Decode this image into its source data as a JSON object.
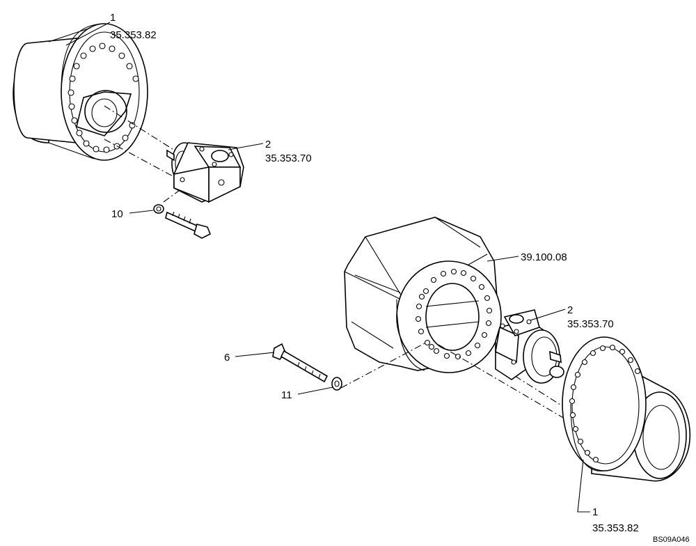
{
  "callouts": {
    "hub_top_item": "1",
    "hub_top_ref": "35.353.82",
    "motor_top_item": "2",
    "motor_top_ref": "35.353.70",
    "bolt_top_item": "10",
    "frame_ref": "39.100.08",
    "motor_bottom_item": "2",
    "motor_bottom_ref": "35.353.70",
    "bolt_bottom_item": "6",
    "washer_bottom_item": "11",
    "hub_bottom_item": "1",
    "hub_bottom_ref": "35.353.82"
  },
  "drawing_code": "BS09A046"
}
